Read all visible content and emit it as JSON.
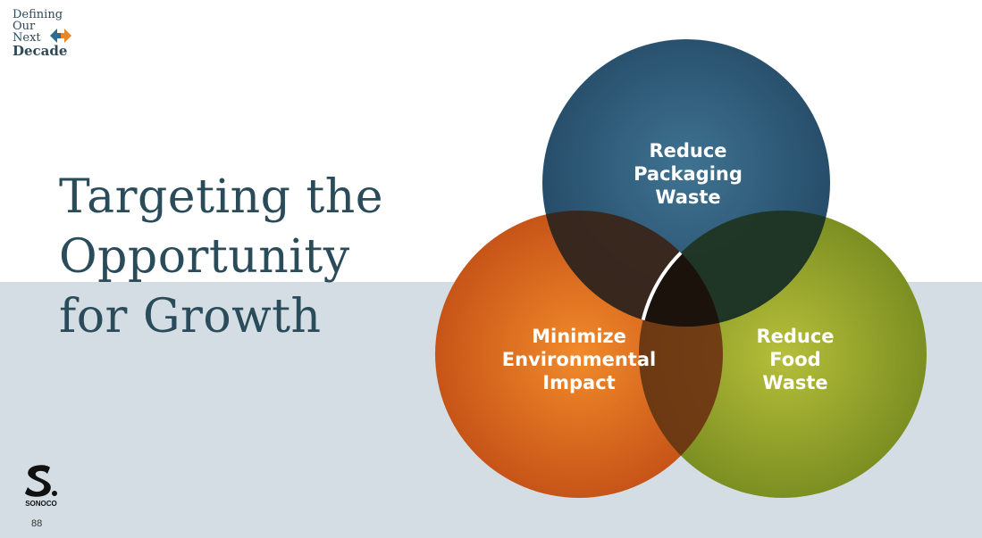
{
  "header": {
    "logo_lines": [
      "Defining",
      "Our",
      "Next",
      "Decade"
    ]
  },
  "title_lines": [
    "Targeting the",
    "Opportunity",
    "for Growth"
  ],
  "diagram": {
    "circles": [
      {
        "label_lines": [
          "Reduce",
          "Packaging",
          "Waste"
        ],
        "color": "#2f5c7a"
      },
      {
        "label_lines": [
          "Minimize",
          "Environmental",
          "Impact"
        ],
        "color": "#e0641f"
      },
      {
        "label_lines": [
          "Reduce",
          "Food",
          "Waste"
        ],
        "color": "#8b9a2a"
      }
    ]
  },
  "footer": {
    "company_logo_text": "SONOCO",
    "page_number": "88"
  },
  "colors": {
    "title": "#294b5a",
    "band": "#d3dde3",
    "accent_orange": "#e8862a",
    "accent_blue": "#2e6b8f"
  }
}
